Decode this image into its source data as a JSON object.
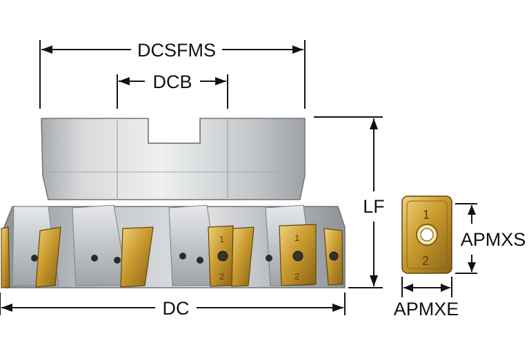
{
  "dimensions": {
    "dcsfms": "DCSFMS",
    "dcb": "DCB",
    "lf": "LF",
    "dc": "DC",
    "apmxs": "APMXS",
    "apmxe": "APMXE"
  },
  "insert_marks": {
    "top": "1",
    "bottom": "2"
  },
  "colors": {
    "body_steel": "#c9cbcd",
    "insert_gold": "#c99a2e",
    "line": "#111111"
  }
}
